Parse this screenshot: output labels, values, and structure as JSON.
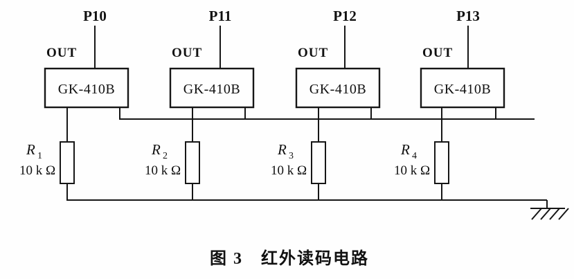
{
  "figure": {
    "caption": "图 3　红外读码电路",
    "modules": [
      {
        "pin": "P10",
        "out_label": "OUT",
        "chip_label": "GK-410B",
        "resistor": {
          "name": "R",
          "sub": "1",
          "value": "10 k Ω"
        }
      },
      {
        "pin": "P11",
        "out_label": "OUT",
        "chip_label": "GK-410B",
        "resistor": {
          "name": "R",
          "sub": "2",
          "value": "10 k Ω"
        }
      },
      {
        "pin": "P12",
        "out_label": "OUT",
        "chip_label": "GK-410B",
        "resistor": {
          "name": "R",
          "sub": "3",
          "value": "10 k Ω"
        }
      },
      {
        "pin": "P13",
        "out_label": "OUT",
        "chip_label": "GK-410B",
        "resistor": {
          "name": "R",
          "sub": "4",
          "value": "10 k Ω"
        }
      }
    ],
    "colors": {
      "ink": "#161616",
      "background": "#fefefe"
    }
  }
}
